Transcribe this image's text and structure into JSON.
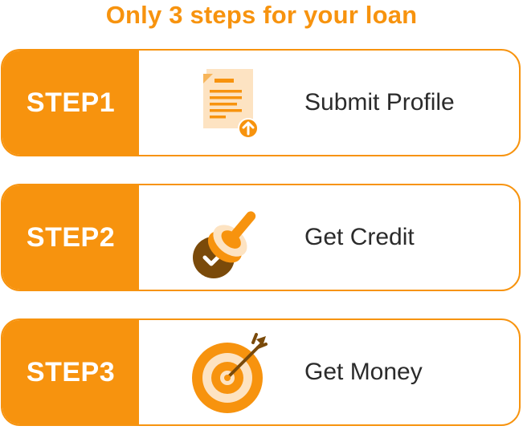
{
  "title": "Only 3 steps for your loan",
  "colors": {
    "accent": "#f7930e",
    "accent_light": "#fde3c2",
    "dark_brown": "#7a4a0a",
    "text": "#2b2b2b"
  },
  "steps": [
    {
      "label": "STEP1",
      "text": "Submit Profile",
      "icon": "document-upload-icon"
    },
    {
      "label": "STEP2",
      "text": "Get Credit",
      "icon": "stamp-approval-icon"
    },
    {
      "label": "STEP3",
      "text": "Get Money",
      "icon": "target-arrow-icon"
    }
  ]
}
